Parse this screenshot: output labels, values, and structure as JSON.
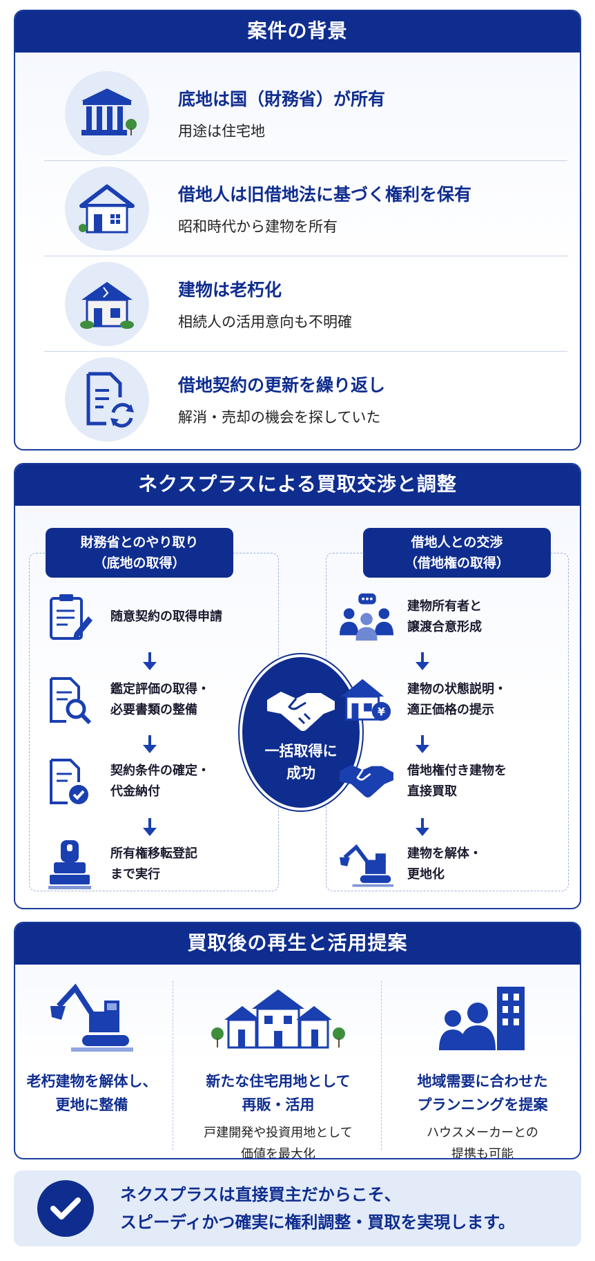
{
  "background": {
    "title": "案件の背景",
    "rows": [
      {
        "heading": "底地は国（財務省）が所有",
        "sub": "用途は住宅地",
        "icon": "government-building-icon"
      },
      {
        "heading": "借地人は旧借地法に基づく権利を保有",
        "sub": "昭和時代から建物を所有",
        "icon": "house-icon"
      },
      {
        "heading": "建物は老朽化",
        "sub": "相続人の活用意向も不明確",
        "icon": "damaged-house-icon"
      },
      {
        "heading": "借地契約の更新を繰り返し",
        "sub": "解消・売却の機会を探していた",
        "icon": "document-renew-icon"
      }
    ]
  },
  "negotiation": {
    "title": "ネクスプラスによる買取交渉と調整",
    "left_head": [
      "財務省とのやり取り",
      "（底地の取得）"
    ],
    "right_head": [
      "借地人との交渉",
      "（借地権の取得）"
    ],
    "left_steps": [
      {
        "lines": [
          "随意契約の取得申請"
        ],
        "icon": "clipboard-pen-icon"
      },
      {
        "lines": [
          "鑑定評価の取得・",
          "必要書類の整備"
        ],
        "icon": "document-search-icon"
      },
      {
        "lines": [
          "契約条件の確定・",
          "代金納付"
        ],
        "icon": "document-check-icon"
      },
      {
        "lines": [
          "所有権移転登記",
          "まで実行"
        ],
        "icon": "seal-stamp-icon"
      }
    ],
    "right_steps": [
      {
        "lines": [
          "建物所有者と",
          "譲渡合意形成"
        ],
        "icon": "people-chat-icon"
      },
      {
        "lines": [
          "建物の状態説明・",
          "適正価格の提示"
        ],
        "icon": "house-yen-icon"
      },
      {
        "lines": [
          "借地権付き建物を",
          "直接買取"
        ],
        "icon": "handshake-icon"
      },
      {
        "lines": [
          "建物を解体・",
          "更地化"
        ],
        "icon": "excavator-icon"
      }
    ],
    "center": [
      "一括取得に",
      "成功"
    ]
  },
  "after": {
    "title": "買取後の再生と活用提案",
    "cols": [
      {
        "heading": [
          "老朽建物を解体し、",
          "更地に整備"
        ],
        "sub": [],
        "icon": "excavator-icon"
      },
      {
        "heading": [
          "新たな住宅用地として",
          "再販・活用"
        ],
        "sub": [
          "戸建開発や投資用地として",
          "価値を最大化"
        ],
        "icon": "houses-icon"
      },
      {
        "heading": [
          "地域需要に合わせた",
          "プランニングを提案"
        ],
        "sub": [
          "ハウスメーカーとの",
          "提携も可能"
        ],
        "icon": "people-building-icon"
      }
    ]
  },
  "footer": {
    "lines": [
      "ネクスプラスは直接買主だからこそ、",
      "スピーディかつ確実に権利調整・買取を実現します。"
    ],
    "icon": "check-icon"
  },
  "colors": {
    "primary": "#0f2d8f",
    "accent_light": "#e3eaf8",
    "tree": "#3e8e3e"
  }
}
